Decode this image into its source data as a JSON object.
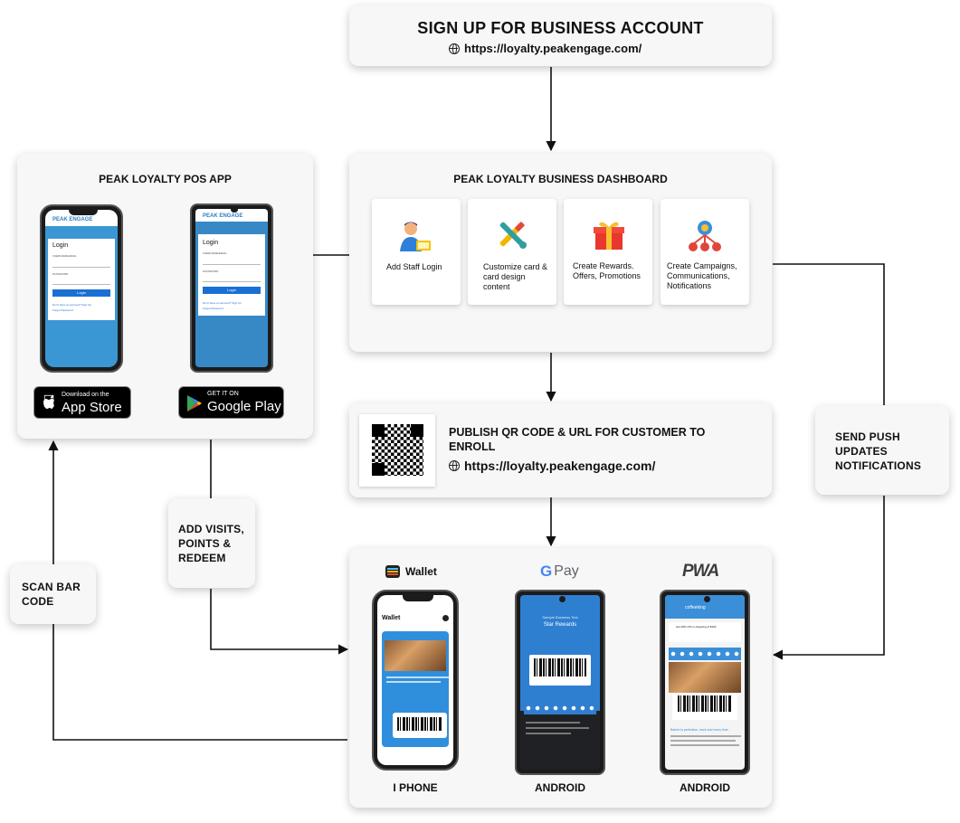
{
  "signup": {
    "title": "SIGN UP FOR BUSINESS ACCOUNT",
    "url": "https://loyalty.peakengage.com/"
  },
  "pos_app": {
    "title": "PEAK LOYALTY POS APP",
    "brand": "PEAK ENGAGE",
    "login_title": "Login",
    "username_label": "USERNAME/EMAIL",
    "password_label": "PASSWORD",
    "login_button": "Login",
    "signup_prompt": "Don't have an account? Sign Up",
    "forgot_password": "Forgot Password",
    "app_store_small": "Download on the",
    "app_store_big": "App Store",
    "google_play_small": "GET IT ON",
    "google_play_big": "Google Play"
  },
  "dashboard": {
    "title": "PEAK LOYALTY BUSINESS DASHBOARD",
    "items": [
      {
        "label": "Add Staff Login",
        "icon": "staff-login-icon"
      },
      {
        "label": "Customize card & card design content",
        "icon": "design-tools-icon"
      },
      {
        "label": "Create Rewards. Offers, Promotions",
        "icon": "gift-icon"
      },
      {
        "label": "Create Campaigns, Communications, Notifications",
        "icon": "campaign-network-icon"
      }
    ]
  },
  "publish": {
    "title": "PUBLISH QR CODE & URL FOR CUSTOMER TO ENROLL",
    "url": "https://loyalty.peakengage.com/"
  },
  "notes": {
    "push": "SEND PUSH UPDATES NOTIFICATIONS",
    "visits": "ADD VISITS, POINTS & REDEEM",
    "scan": "SCAN BAR CODE"
  },
  "wallets": {
    "apple_label": "Wallet",
    "gpay_label": "Pay",
    "pwa_label": "PWA",
    "iphone_caption": "I PHONE",
    "android_caption_1": "ANDROID",
    "android_caption_2": "ANDROID",
    "wallet_screen_title": "Wallet",
    "gpay_business": "Sample Business Test",
    "gpay_card_title": "Star Rewards",
    "pwa_app_name": "coffeeking",
    "pwa_offer": "Get 20% Off on shopping of $100",
    "pwa_tagline": "Baked to perfection, each and every time."
  },
  "colors": {
    "card_bg": "#f7f7f7",
    "phone_blue": "#3c9ad6",
    "gpay_blue": "#2f7fd1",
    "pwa_purple": "#5a0fc8",
    "google_blue": "#4285f4",
    "google_red": "#ea4335",
    "google_yellow": "#fbbc05",
    "google_green": "#34a853"
  }
}
